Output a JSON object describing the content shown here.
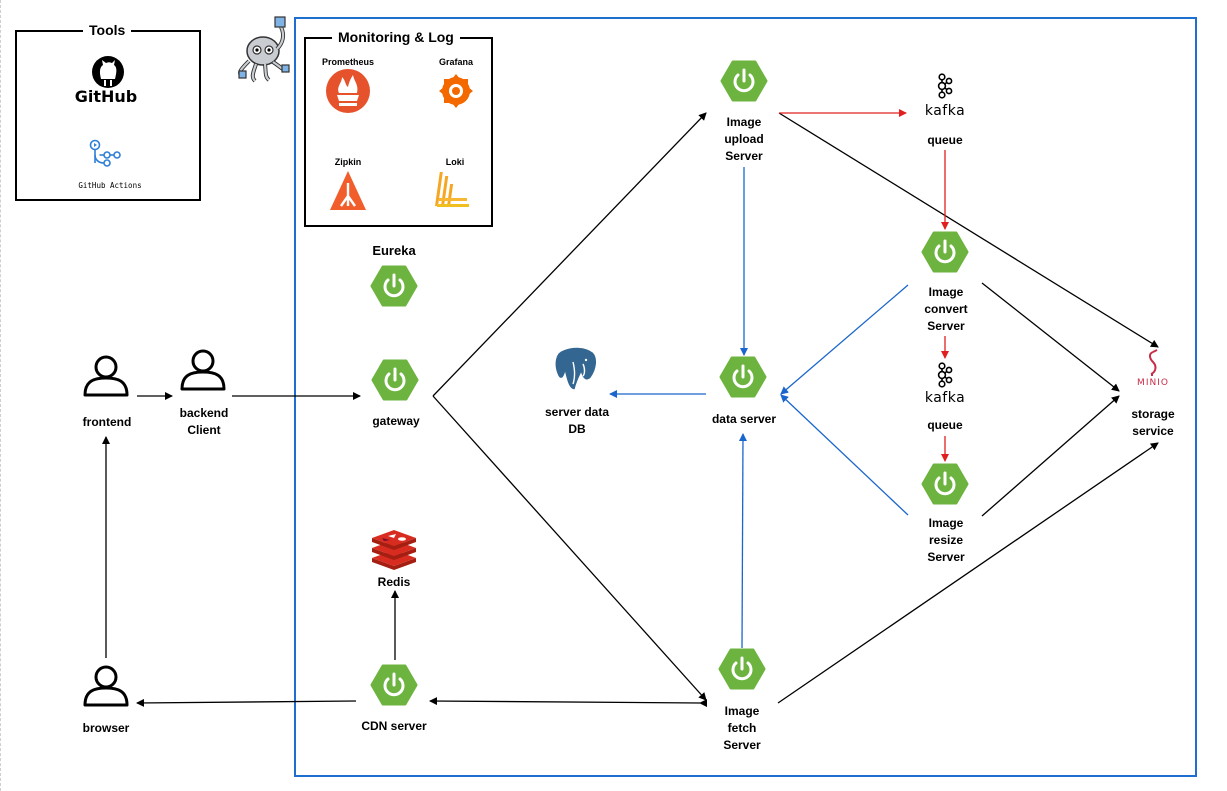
{
  "tools": {
    "title": "Tools",
    "github": "GitHub",
    "github_actions": "GitHub Actions"
  },
  "monitoring": {
    "title": "Monitoring & Log",
    "prometheus": "Prometheus",
    "grafana": "Grafana",
    "zipkin": "Zipkin",
    "loki": "Loki"
  },
  "nodes": {
    "frontend": "frontend",
    "backend_client": "backend\nClient",
    "browser": "browser",
    "eureka": "Eureka",
    "gateway": "gateway",
    "redis": "Redis",
    "cdn_server": "CDN server",
    "server_data_db": "server data\nDB",
    "image_upload": "Image\nupload\nServer",
    "data_server": "data server",
    "image_fetch": "Image\nfetch\nServer",
    "kafka_word_1": "kafka",
    "queue_1": "queue",
    "image_convert": "Image\nconvert\nServer",
    "kafka_word_2": "kafka",
    "queue_2": "queue",
    "image_resize": "Image\nresize\nServer",
    "minio_word": "MINIO",
    "storage": "storage\nservice"
  },
  "colors": {
    "spring_green": "#6db33f",
    "border_blue": "#1f6fd1",
    "arrow_blue": "#1a66cc",
    "arrow_red": "#e02020",
    "prometheus": "#e6522c",
    "grafana": "#f46800",
    "loki": "#f5a623",
    "redis": "#d82c20",
    "postgres": "#336791",
    "minio": "#c72c48"
  }
}
